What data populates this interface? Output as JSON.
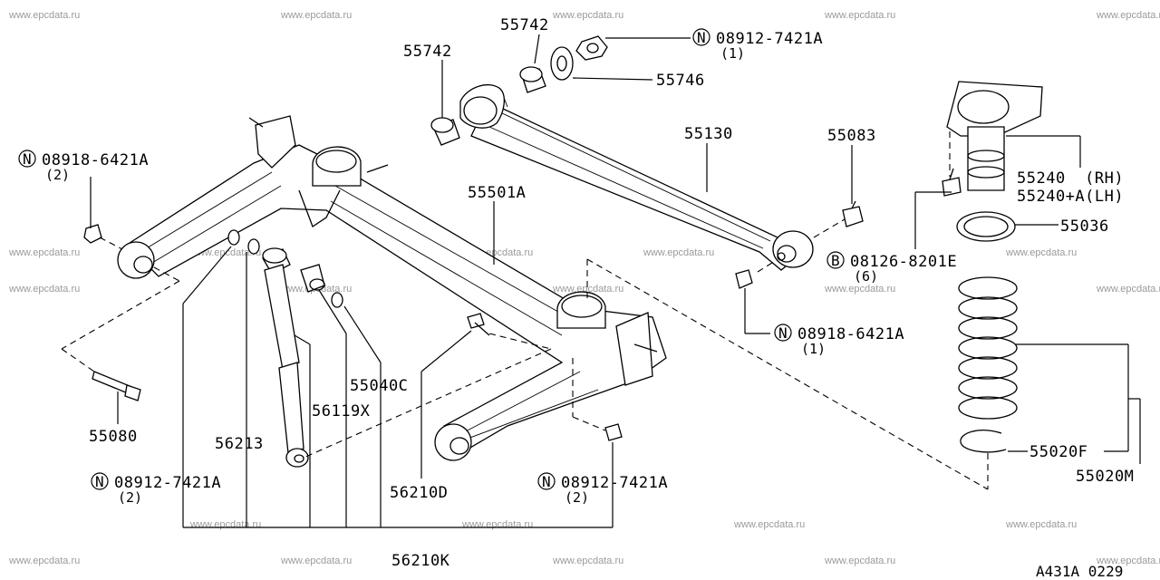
{
  "watermark": "www.epcdata.ru",
  "diagram_ref": "A431A 0229",
  "parts": {
    "p55742a": "55742",
    "p55742b": "55742",
    "p08912_top": "08912-7421A",
    "p08912_top_qty": "(1)",
    "p55746": "55746",
    "p55130": "55130",
    "p55083": "55083",
    "p08918_left": "08918-6421A",
    "p08918_left_qty": "(2)",
    "p55501A": "55501A",
    "p55240": "55240  (RH)",
    "p55240A": "55240+A(LH)",
    "p55036": "55036",
    "p08126": "08126-8201E",
    "p08126_qty": "(6)",
    "p08918_right": "08918-6421A",
    "p08918_right_qty": "(1)",
    "p55040C": "55040C",
    "p56119X": "56119X",
    "p55080": "55080",
    "p56213": "56213",
    "p08912_left": "08912-7421A",
    "p08912_left_qty": "(2)",
    "p56210D": "56210D",
    "p08912_right": "08912-7421A",
    "p08912_right_qty": "(2)",
    "p55020F": "55020F",
    "p55020M": "55020M",
    "p56210K": "56210K"
  },
  "symbols": {
    "nut": "N",
    "bolt": "B"
  }
}
